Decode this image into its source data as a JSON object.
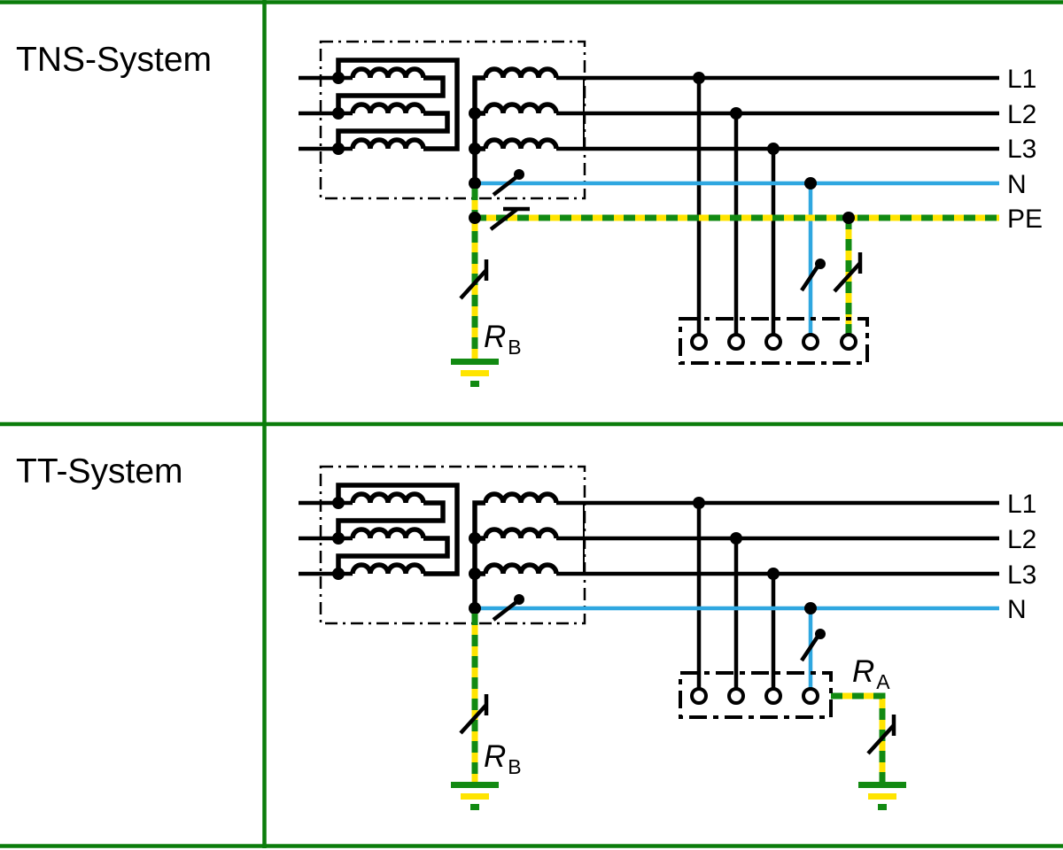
{
  "colors": {
    "frame_green": "#0b7d0b",
    "pe_green": "#128a12",
    "pe_yellow": "#ffe400",
    "neutral_blue": "#2fa7e0",
    "line_black": "#000000"
  },
  "tns": {
    "title": "TNS-System",
    "line_labels": [
      "L1",
      "L2",
      "L3",
      "N",
      "PE"
    ],
    "source_earth_label": {
      "symbol": "R",
      "subscript": "B"
    }
  },
  "tt": {
    "title": "TT-System",
    "line_labels": [
      "L1",
      "L2",
      "L3",
      "N"
    ],
    "source_earth_label": {
      "symbol": "R",
      "subscript": "B"
    },
    "consumer_earth_label": {
      "symbol": "R",
      "subscript": "A"
    }
  }
}
